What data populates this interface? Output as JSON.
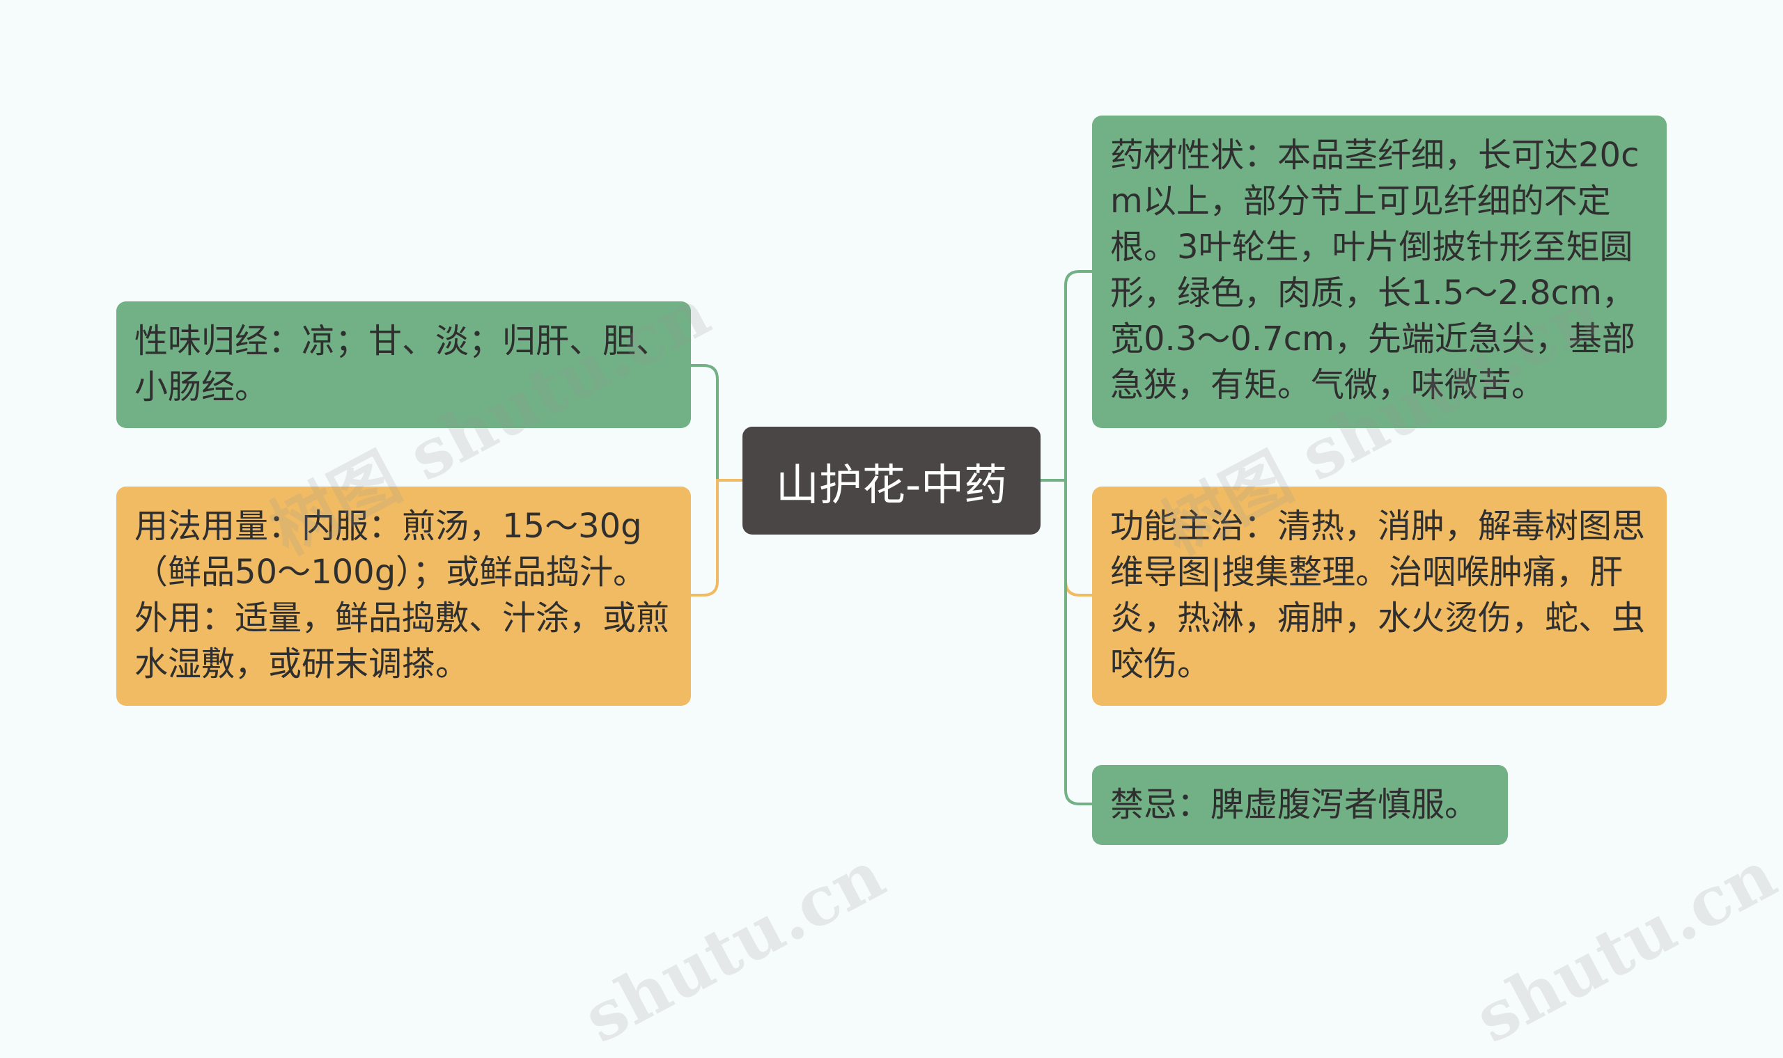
{
  "mindmap": {
    "center": {
      "title": "山护花-中药"
    },
    "left_nodes": [
      {
        "text": "性味归经：凉；甘、淡；归肝、胆、小肠经。",
        "color": "#72b086"
      },
      {
        "text": "用法用量：内服：煎汤，15～30g（鲜品50～100g）；或鲜品捣汁。外用：适量，鲜品捣敷、汁涂，或煎水湿敷，或研末调搽。",
        "color": "#f0bb63"
      }
    ],
    "right_nodes": [
      {
        "text": "药材性状：本品茎纤细，长可达20cm以上，部分节上可见纤细的不定根。3叶轮生，叶片倒披针形至矩圆形，绿色，肉质，长1.5～2.8cm，宽0.3～0.7cm，先端近急尖，基部急狭，有矩。气微，味微苦。",
        "color": "#72b086"
      },
      {
        "text": "功能主治：清热，消肿，解毒树图思维导图|搜集整理。治咽喉肿痛，肝炎，热淋，痈肿，水火烫伤，蛇、虫咬伤。",
        "color": "#f0bb63"
      },
      {
        "text": "禁忌：脾虚腹泻者慎服。",
        "color": "#72b086"
      }
    ],
    "connector_colors": {
      "green": "#72b086",
      "orange": "#f0bb63"
    }
  },
  "watermarks": [
    "树图 shutu.cn",
    "树图 shutu.cn",
    "shutu.cn",
    "shutu.cn"
  ]
}
